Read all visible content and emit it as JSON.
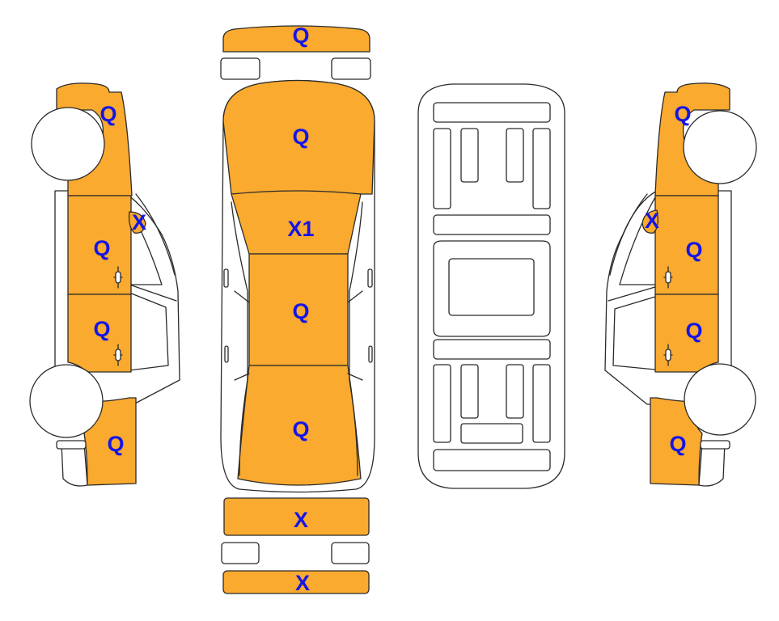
{
  "colors": {
    "damaged_panel": "#f9aa2f",
    "undamaged_panel": "#ffffff",
    "outline": "#2a2a2a",
    "label": "#1515e6"
  },
  "labels": {
    "front_bumper": "Q",
    "hood": "Q",
    "windshield": "X1",
    "roof": "Q",
    "trunk": "Q",
    "rear_bumper": "X",
    "rear_lower_bumper": "X",
    "left_front_fender": "Q",
    "left_mirror": "X",
    "left_front_door": "Q",
    "left_rear_door": "Q",
    "left_rear_quarter": "Q",
    "right_front_fender": "Q",
    "right_mirror": "X",
    "right_front_door": "Q",
    "right_rear_door": "Q",
    "right_rear_quarter": "Q"
  }
}
